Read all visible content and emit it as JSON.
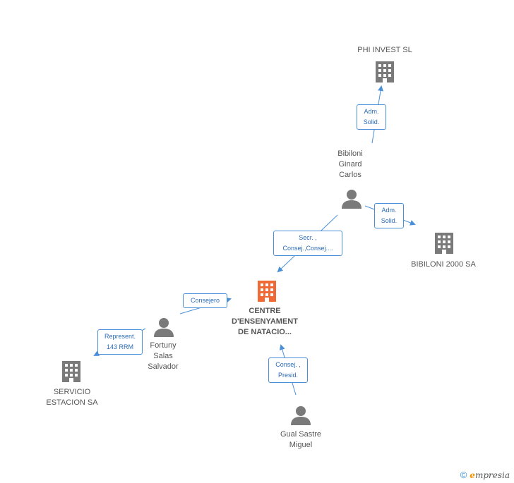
{
  "nodes": {
    "phi_invest": {
      "label": "PHI INVEST  SL"
    },
    "bibiloni_ginard": {
      "label_lines": [
        "Bibiloni",
        "Ginard",
        "Carlos"
      ]
    },
    "bibiloni_2000": {
      "label": "BIBILONI 2000 SA"
    },
    "centre": {
      "label_lines": [
        "CENTRE",
        "D'ENSENYAMENT",
        "DE NATACIO..."
      ]
    },
    "fortuny": {
      "label_lines": [
        "Fortuny",
        "Salas",
        "Salvador"
      ]
    },
    "servicio": {
      "label_lines": [
        "SERVICIO",
        "ESTACION SA"
      ]
    },
    "gual": {
      "label_lines": [
        "Gual Sastre",
        "Miguel"
      ]
    }
  },
  "relations": {
    "adm_solid_1": {
      "lines": [
        "Adm.",
        "Solid."
      ]
    },
    "adm_solid_2": {
      "lines": [
        "Adm.",
        "Solid."
      ]
    },
    "secr_consej": {
      "lines": [
        "Secr. ,",
        "Consej.,Consej...."
      ]
    },
    "consejero": {
      "lines": [
        "Consejero"
      ]
    },
    "represent": {
      "lines": [
        "Represent.",
        "143 RRM"
      ]
    },
    "consej_presid": {
      "lines": [
        "Consej. ,",
        "Presid."
      ]
    }
  },
  "footer": {
    "copyright": "©",
    "brand_e": "e",
    "brand_rest": "mpresia"
  },
  "colors": {
    "company_icon": "#7a7a7a",
    "center_icon": "#f06a35",
    "person_icon": "#7a7a7a",
    "edge": "#4a90d9"
  }
}
